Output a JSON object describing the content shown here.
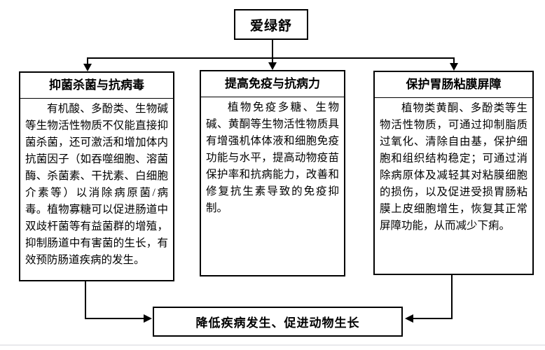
{
  "diagram": {
    "root": {
      "label": "爱绿舒"
    },
    "branches": [
      {
        "title": "抑菌杀菌与抗病毒",
        "body": "有机酸、多酚类、生物碱等生物活性物质不仅能直接抑菌杀菌，还可激活和增加体内抗菌因子（如吞噬细胞、溶菌酶、杀菌素、干扰素、白细胞介素等）以消除病原菌/病毒。植物寡糖可以促进肠道中双歧杆菌等有益菌群的增殖，抑制肠道中有害菌的生长，有效预防肠道疾病的发生。"
      },
      {
        "title": "提高免疫与抗病力",
        "body": "植物免疫多糖、生物碱、黄酮等生物活性物质具有增强机体体液和细胞免疫功能与水平，提高动物疫苗保护率和抗病能力，改善和修复抗生素导致的免疫抑制。"
      },
      {
        "title": "保护胃肠粘膜屏障",
        "body": "植物类黄酮、多酚类等生物活性物质，可通过抑制脂质过氧化、清除自由基，保护细胞和组织结构稳定；可通过消除病原体及减轻其对粘膜细胞的损伤，以及促进受损胃肠粘膜上皮细胞增生，恢复其正常屏障功能，从而减少下痢。"
      }
    ],
    "outcome": {
      "label": "降低疾病发生、促进动物生长"
    },
    "colors": {
      "line": "#000000",
      "border": "#000000",
      "background": "#ffffff",
      "footer_divider": "#e9e9ec"
    }
  }
}
